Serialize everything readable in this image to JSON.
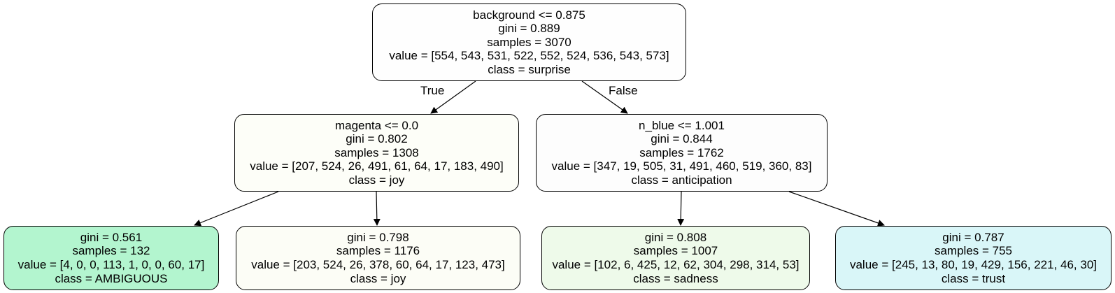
{
  "nodes": {
    "root": {
      "lines": [
        "background <= 0.875",
        "gini = 0.889",
        "samples = 3070",
        "value = [554, 543, 531, 522, 552, 524, 536, 543, 573]",
        "class = surprise"
      ],
      "fill": "#fefefe"
    },
    "left": {
      "lines": [
        "magenta <= 0.0",
        "gini = 0.802",
        "samples = 1308",
        "value = [207, 524, 26, 491, 61, 64, 17, 183, 490]",
        "class = joy"
      ],
      "fill": "#fdfef8"
    },
    "right": {
      "lines": [
        "n_blue <= 1.001",
        "gini = 0.844",
        "samples = 1762",
        "value = [347, 19, 505, 31, 491, 460, 519, 360, 83]",
        "class = anticipation"
      ],
      "fill": "#fdfdfd"
    },
    "left_left": {
      "lines": [
        "gini = 0.561",
        "samples = 132",
        "value = [4, 0, 0, 113, 1, 0, 0, 60, 17]",
        "class = AMBIGUOUS"
      ],
      "fill": "#b3f5cf"
    },
    "left_right": {
      "lines": [
        "gini = 0.798",
        "samples = 1176",
        "value = [203, 524, 26, 378, 60, 64, 17, 123, 473]",
        "class = joy"
      ],
      "fill": "#fcfdf6"
    },
    "right_left": {
      "lines": [
        "gini = 0.808",
        "samples = 1007",
        "value = [102, 6, 425, 12, 62, 304, 298, 314, 53]",
        "class = sadness"
      ],
      "fill": "#eefaea"
    },
    "right_right": {
      "lines": [
        "gini = 0.787",
        "samples = 755",
        "value = [245, 13, 80, 19, 429, 156, 221, 46, 30]",
        "class = trust"
      ],
      "fill": "#d9f6f8"
    }
  },
  "edge_labels": {
    "true": "True",
    "false": "False"
  }
}
